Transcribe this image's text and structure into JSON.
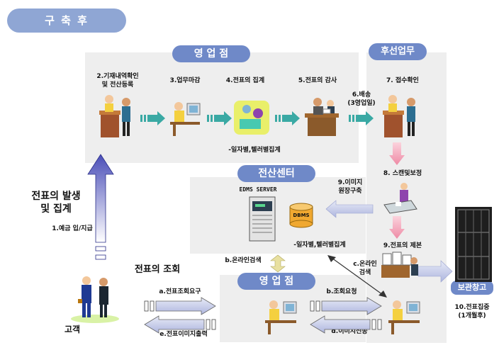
{
  "header": {
    "title": "구 축 후"
  },
  "sections": {
    "branch_top": "영 업 점",
    "back_office": "후선업무",
    "computer_center": "전산센터",
    "branch_bottom": "영 업 점",
    "storage": "보관창고"
  },
  "steps": {
    "s2": "2.기재내역확인\n및 전산등록",
    "s3": "3.업무마감",
    "s4": "4.전표의 집계",
    "s5": "5.전표의 감사",
    "s6": "6.배송\n(3영업일)",
    "s7": "7. 접수확인",
    "s8": "8. 스캔및보정",
    "s9_image": "9.이미지\n원장구축",
    "s9_make": "9.전표의 제본",
    "s10": "10.전표집중\n(1개월후)"
  },
  "notes": {
    "daily_top": "-일자별,텔러별집계",
    "daily_center": "-일자별,텔러별집계",
    "edms_server": "EDMS SERVER",
    "dbms": "DBMS"
  },
  "left": {
    "generation": "전표의 발생\n및 집계",
    "step1": "1.예금 입/지급",
    "customer": "고객",
    "inquiry": "전표의 조회"
  },
  "flows": {
    "a": "a.전표조회요구",
    "b": "b.온라인검색",
    "b2": "b.조회요청",
    "c": "c.온라인\n검색",
    "d": "d.이미지전송",
    "e": "e.전표이미지출력"
  },
  "colors": {
    "header_pill": "#8fa6d4",
    "section_pill": "#6f89c8",
    "arrow_teal": "#3aa9a4",
    "arrow_pink": "#f29ab0",
    "arrow_lavender": "#bcc3e6",
    "panel": "#eeeeee"
  }
}
